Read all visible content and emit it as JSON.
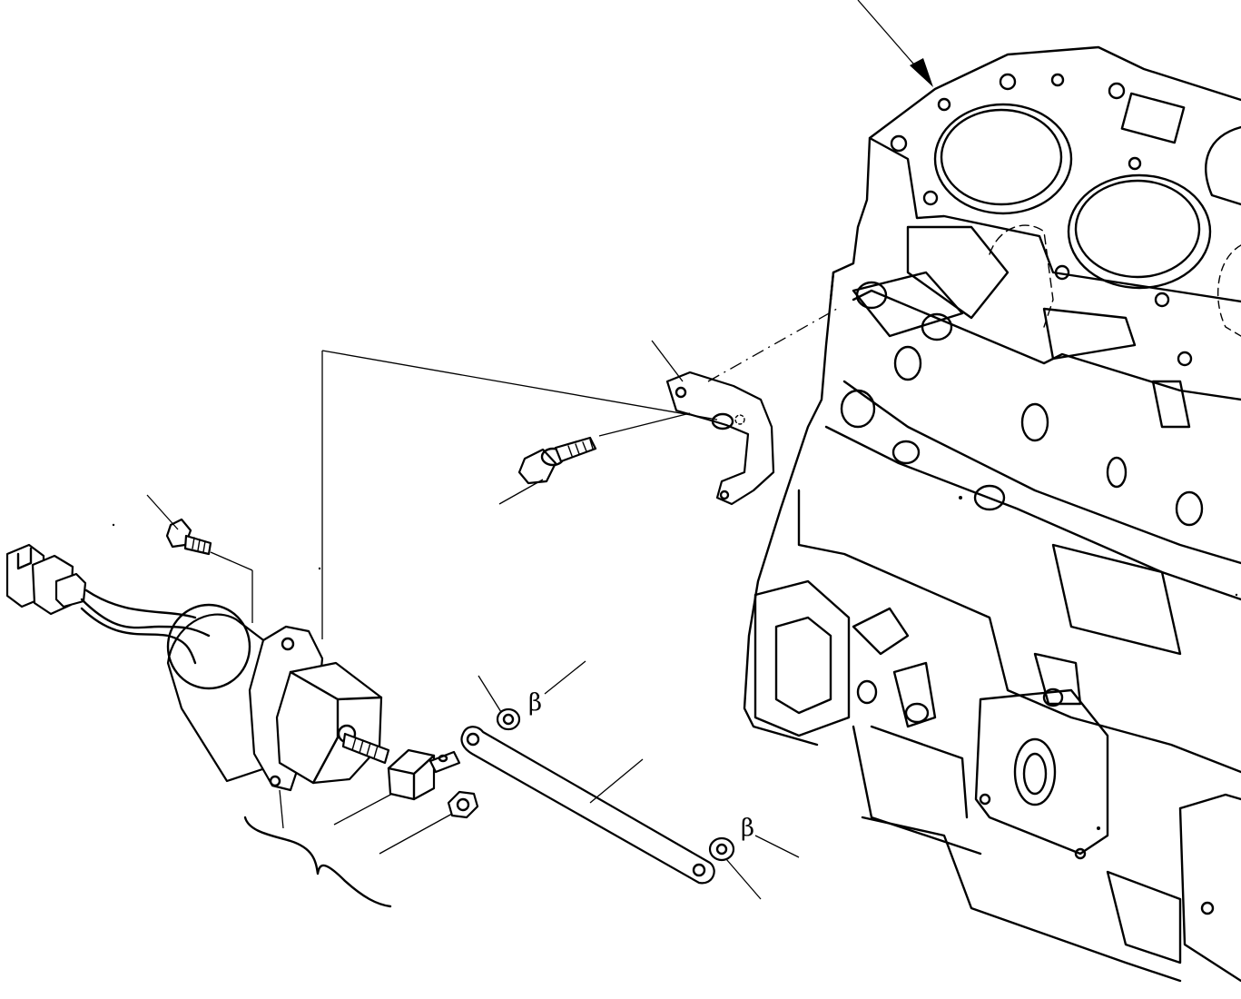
{
  "diagram": {
    "type": "exploded-parts-view",
    "parts": [
      "cylinder-block",
      "stop-solenoid",
      "solenoid-connector",
      "mounting-bracket",
      "bracket-bolt",
      "solenoid-mounting-bolt",
      "link-rod",
      "rod-end-block",
      "lock-nut",
      "washer",
      "cotter-pin"
    ],
    "callout_marks": [
      "β",
      "β"
    ]
  }
}
